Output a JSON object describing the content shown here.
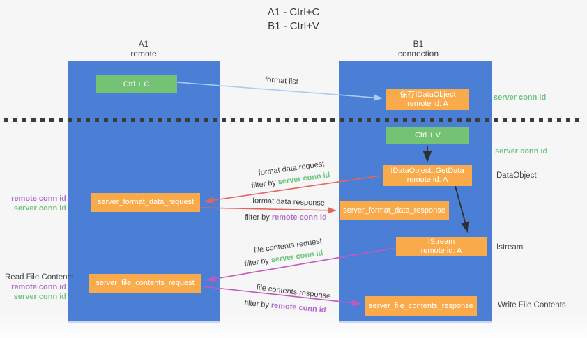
{
  "title": {
    "line1": "A1 - Ctrl+C",
    "line2": "B1 - Ctrl+V"
  },
  "columns": {
    "left": {
      "header_line1": "A1",
      "header_line2": "remote"
    },
    "right": {
      "header_line1": "B1",
      "header_line2": "connection"
    }
  },
  "nodes": {
    "ctrl_c": "Ctrl + C",
    "ctrl_v": "Ctrl + V",
    "save_idataobject": {
      "line1": "保存IDataObject",
      "line2": "remote id: A"
    },
    "getdata": {
      "line1": "IDataObject::GetData",
      "line2": "remote id: A"
    },
    "istream": {
      "line1": "IStream",
      "line2": "remote id: A"
    },
    "format_request": "server_format_data_request",
    "format_response": "server_format_data_response",
    "file_request": "server_file_contents_request",
    "file_response": "server_file_contents_response"
  },
  "flow_labels": {
    "format_list": "format list",
    "format_data_request": "format data request",
    "format_data_response": "format data response",
    "file_contents_request": "file contents request",
    "file_contents_response": "file contents response",
    "filter_by": "filter by ",
    "server_conn_id": "server conn id",
    "remote_conn_id": "remote conn id"
  },
  "side_labels": {
    "server_conn_id": "server conn id",
    "remote_conn_id": "remote conn id",
    "dataobject": "DataObject",
    "istream": "Istream",
    "read_file_contents": "Read File Contents",
    "write_file_contents": "Write File Contents"
  },
  "colors": {
    "lifeline_blue": "#4a7fd5",
    "node_green": "#74c274",
    "node_orange": "#f9ab4b",
    "arrow_light_blue": "#a9cdf2",
    "arrow_red": "#e8635e",
    "arrow_magenta": "#c159c1",
    "arrow_black": "#2f2f2f",
    "label_green": "#6fc47f",
    "label_purple": "#b16ccd",
    "background": "#f6f6f7"
  }
}
